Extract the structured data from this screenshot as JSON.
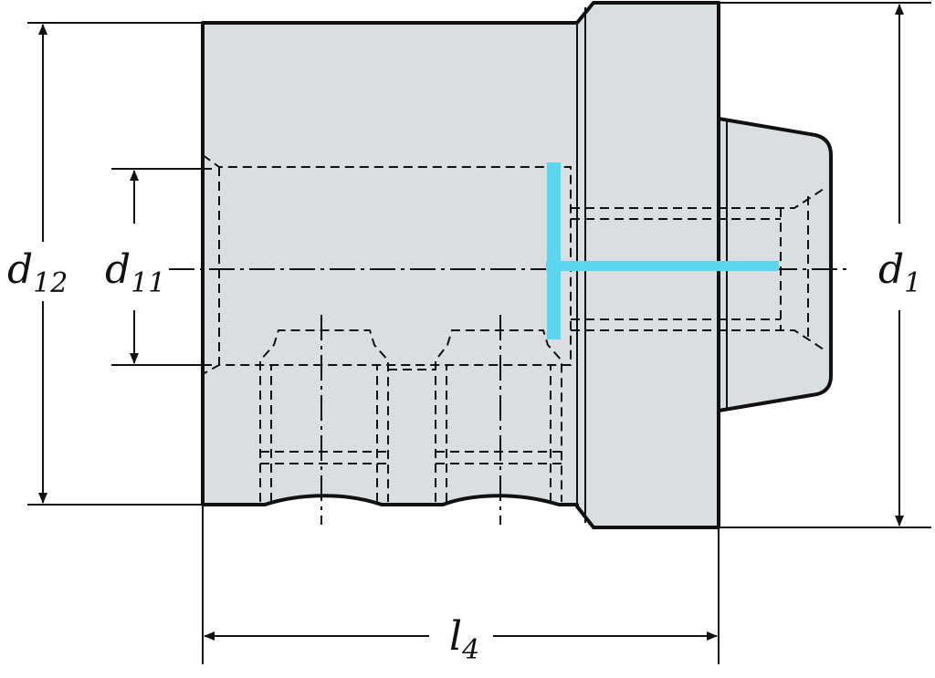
{
  "drawing": {
    "labels": {
      "d12": {
        "main": "d",
        "sub": "12"
      },
      "d11": {
        "main": "d",
        "sub": "11"
      },
      "d1": {
        "main": "d",
        "sub": "1"
      },
      "l4": {
        "main": "l",
        "sub": "4"
      }
    },
    "colors": {
      "body_fill": "#d9dee1",
      "outline": "#111111",
      "highlight": "#5ad6ef"
    }
  }
}
